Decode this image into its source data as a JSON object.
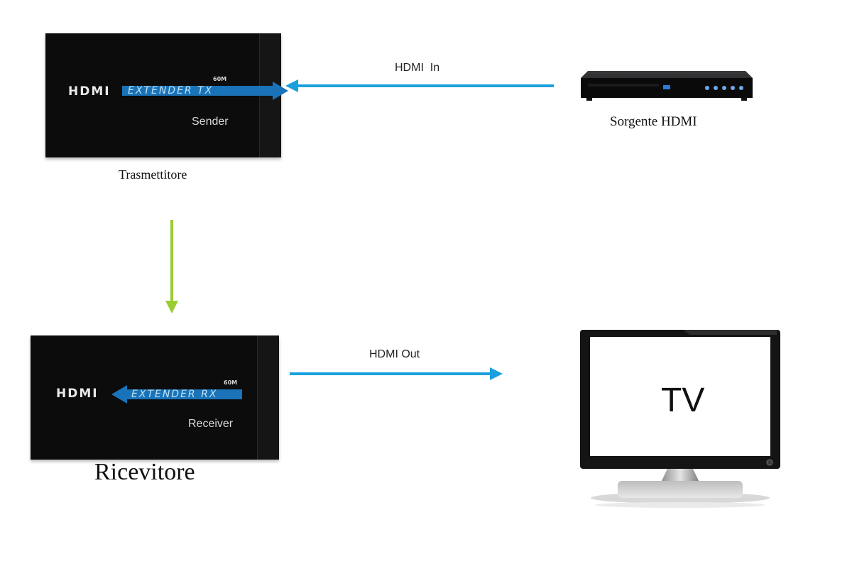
{
  "colors": {
    "signal_arrow": "#1aa0dc",
    "flow_arrow": "#9acd32",
    "device_body": "#0c0c0d"
  },
  "sender": {
    "logo": "HDMI",
    "label": "EXTENDER TX",
    "distance": "60M",
    "role": "Sender",
    "caption": "Trasmettitore"
  },
  "receiver": {
    "logo": "HDMI",
    "label": "EXTENDER RX",
    "distance": "60M",
    "role": "Receiver",
    "caption": "Ricevitore"
  },
  "source": {
    "caption": "Sorgente HDMI",
    "icon": "bluray-player-icon"
  },
  "tv": {
    "screen_text": "TV",
    "icon": "monitor-icon"
  },
  "arrows": {
    "hdmi_in": "HDMI  In",
    "hdmi_out": "HDMI Out"
  }
}
